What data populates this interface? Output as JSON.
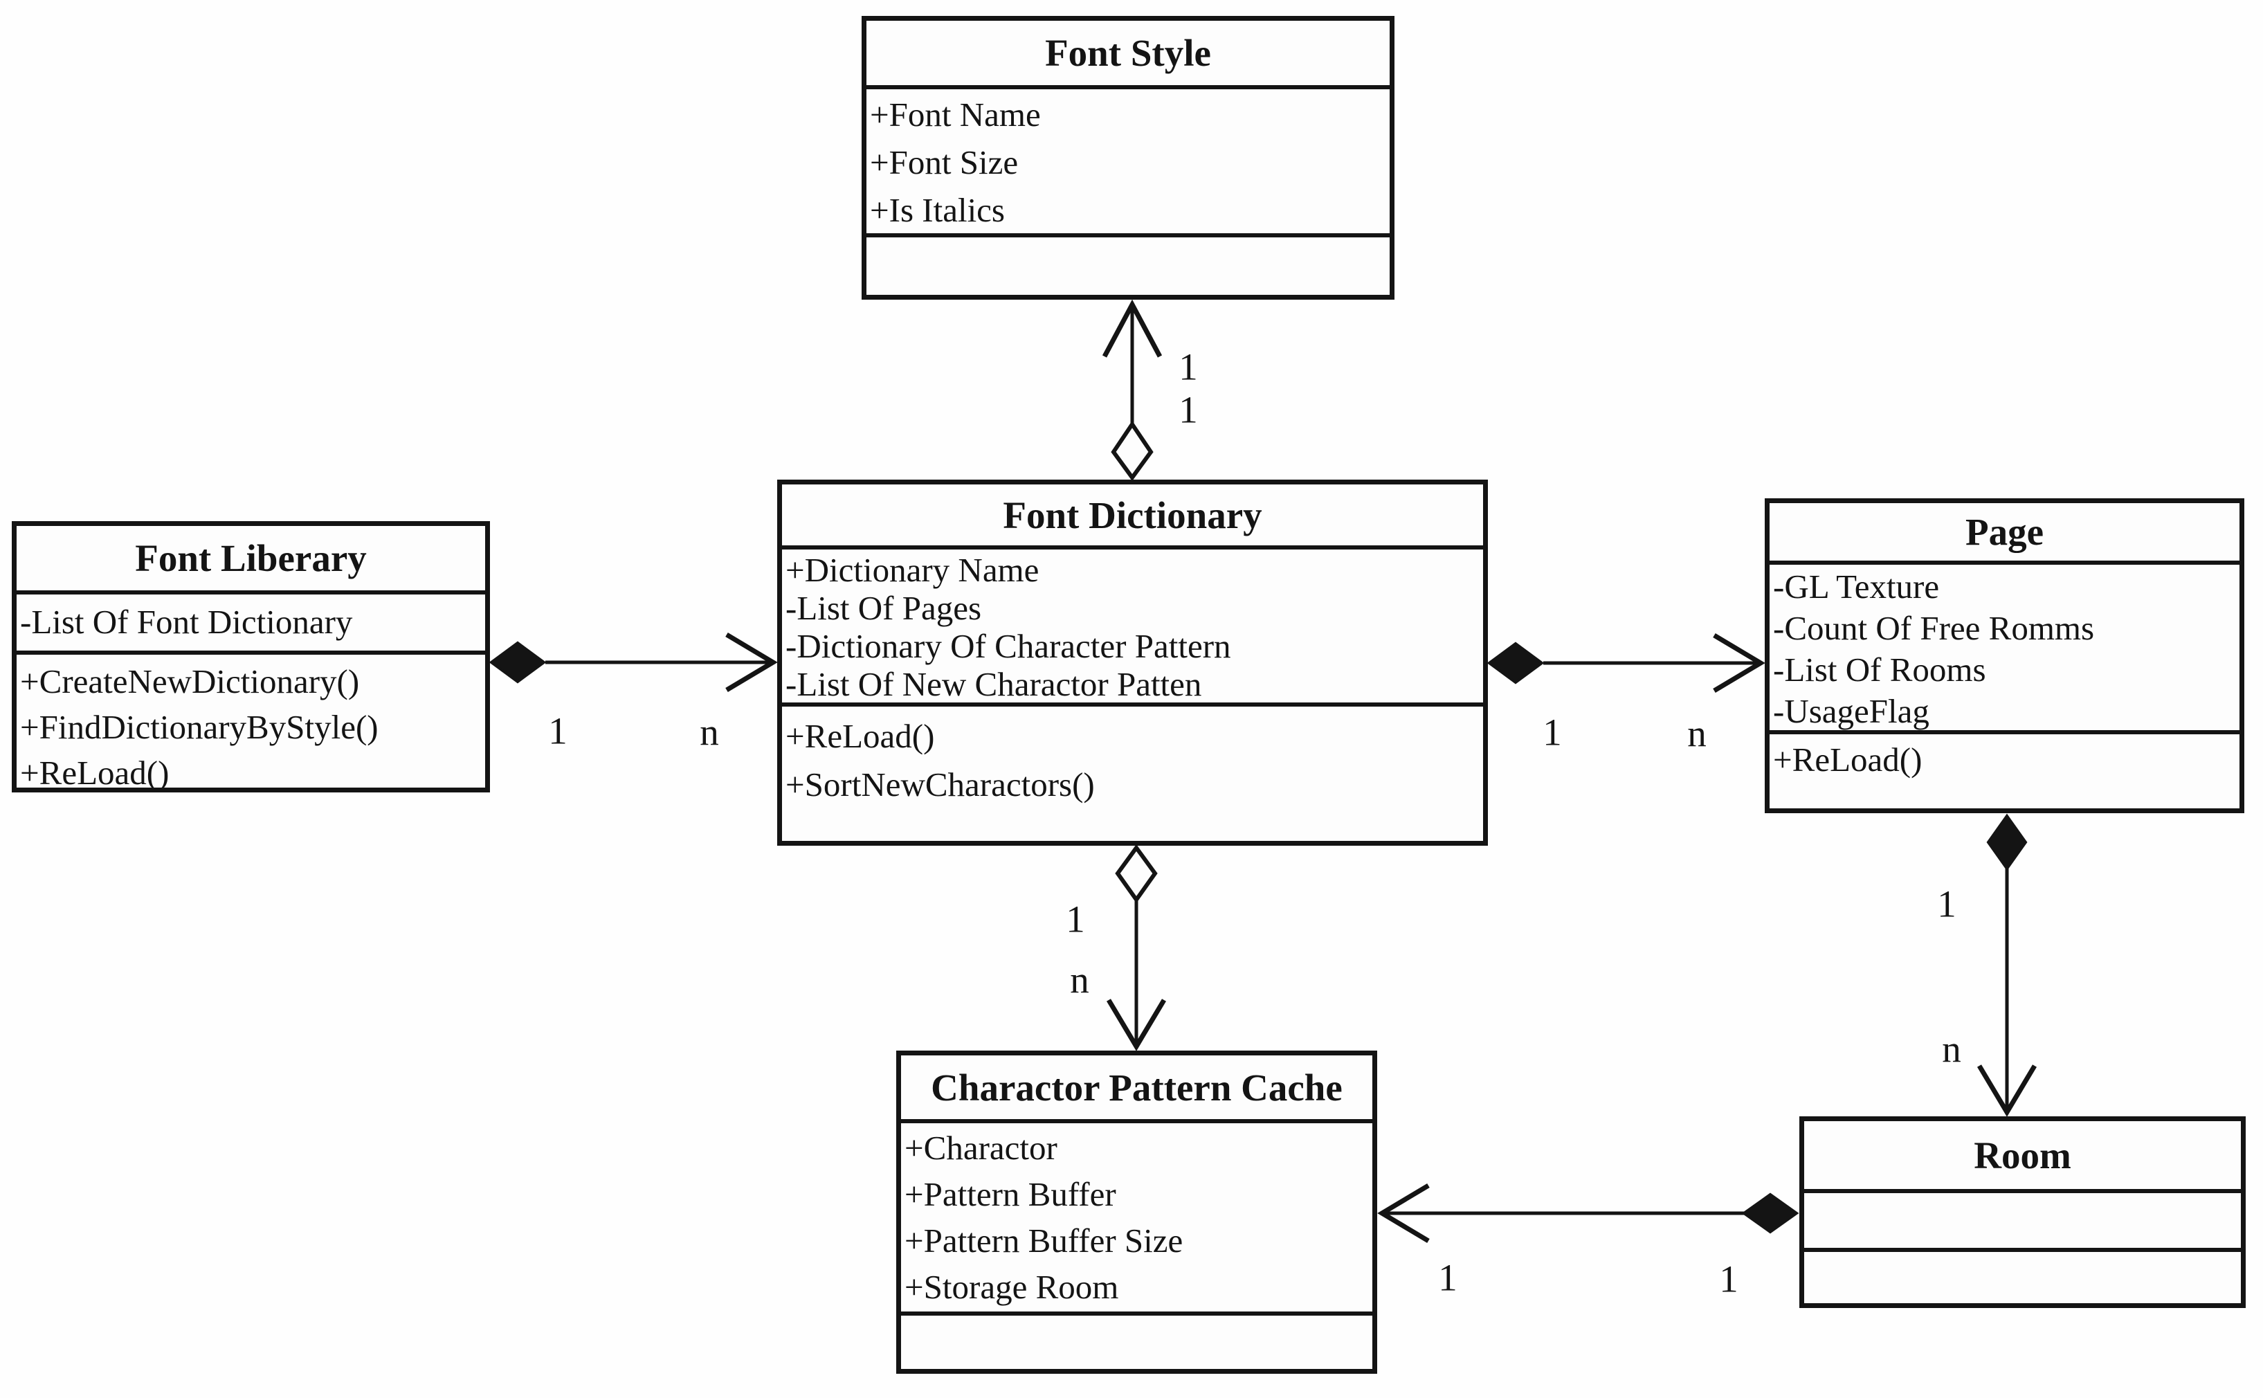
{
  "diagram": {
    "kind": "uml-class-diagram",
    "background": "#fefefe",
    "line_color": "#141414"
  },
  "classes": [
    {
      "id": "font-style",
      "title": "Font Style",
      "attributes": [
        "+Font Name",
        "+Font Size",
        "+Is Italics"
      ],
      "methods": []
    },
    {
      "id": "font-liberary",
      "title": "Font Liberary",
      "attributes": [
        "-List Of Font Dictionary"
      ],
      "methods": [
        "+CreateNewDictionary()",
        "+FindDictionaryByStyle()",
        "+ReLoad()"
      ]
    },
    {
      "id": "font-dictionary",
      "title": "Font Dictionary",
      "attributes": [
        "+Dictionary Name",
        "-List Of Pages",
        "-Dictionary Of Character Pattern",
        "-List Of New Charactor Patten"
      ],
      "methods": [
        "+ReLoad()",
        "+SortNewCharactors()"
      ]
    },
    {
      "id": "page",
      "title": "Page",
      "attributes": [
        "-GL Texture",
        "-Count Of Free Romms",
        "-List Of Rooms",
        "-UsageFlag"
      ],
      "methods": [
        "+ReLoad()"
      ]
    },
    {
      "id": "charactor-pattern-cache",
      "title": "Charactor Pattern Cache",
      "attributes": [
        "+Charactor",
        "+Pattern Buffer",
        "+Pattern Buffer Size",
        "+Storage Room"
      ],
      "methods": []
    },
    {
      "id": "room",
      "title": "Room",
      "attributes": [],
      "methods": []
    }
  ],
  "relations": [
    {
      "id": "dictionary-style",
      "from": "Font Dictionary",
      "to": "Font Style",
      "type": "aggregation",
      "labels": [
        "1",
        "1"
      ]
    },
    {
      "id": "liberary-dictionary",
      "from": "Font Liberary",
      "to": "Font Dictionary",
      "type": "composition",
      "labels": [
        "1",
        "n"
      ]
    },
    {
      "id": "dictionary-page",
      "from": "Font Dictionary",
      "to": "Page",
      "type": "composition",
      "labels": [
        "1",
        "n"
      ]
    },
    {
      "id": "dictionary-cache",
      "from": "Font Dictionary",
      "to": "Charactor Pattern Cache",
      "type": "aggregation",
      "labels": [
        "1",
        "n"
      ]
    },
    {
      "id": "page-room",
      "from": "Page",
      "to": "Room",
      "type": "composition",
      "labels": [
        "1",
        "n"
      ]
    },
    {
      "id": "room-cache",
      "from": "Room",
      "to": "Charactor Pattern Cache",
      "type": "composition",
      "labels": [
        "1",
        "1"
      ]
    }
  ]
}
